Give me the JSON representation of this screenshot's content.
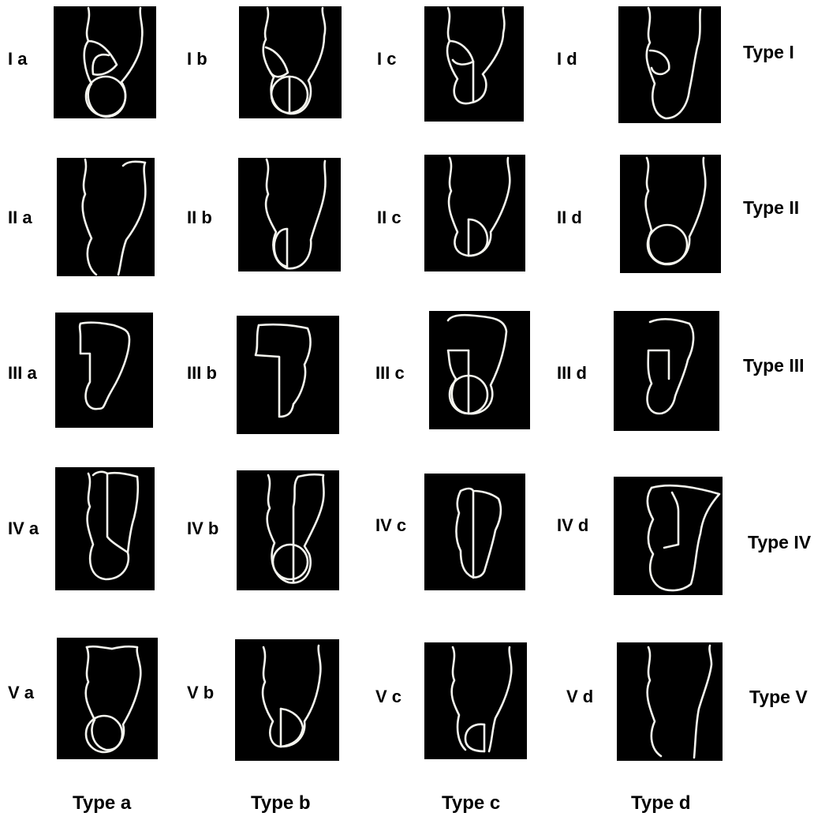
{
  "figure": {
    "cell_labels": [
      [
        "I a",
        "I b",
        "I c",
        "I d"
      ],
      [
        "II a",
        "II b",
        "II c",
        "II d"
      ],
      [
        "III a",
        "III b",
        "III c",
        "III d"
      ],
      [
        "IV a",
        "IV b",
        "IV c",
        "IV d"
      ],
      [
        "V a",
        "V b",
        "V c",
        "V d"
      ]
    ],
    "row_labels": [
      "Type I",
      "Type II",
      "Type III",
      "Type IV",
      "Type V"
    ],
    "column_labels": [
      "Type a",
      "Type b",
      "Type c",
      "Type d"
    ],
    "colors": {
      "background": "#ffffff",
      "panel": "#000000",
      "outline": "#f4f4ee",
      "text": "#000000"
    }
  }
}
